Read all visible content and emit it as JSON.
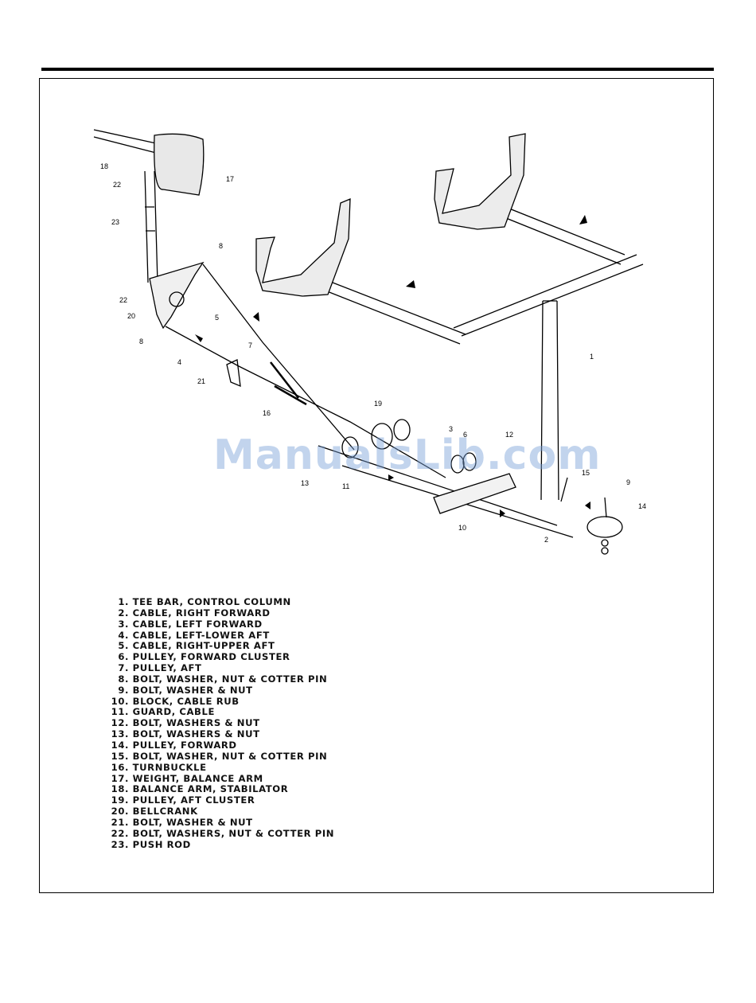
{
  "watermark": "ManualsLib.com",
  "callouts": [
    "18",
    "17",
    "22",
    "23",
    "8",
    "22",
    "20",
    "5",
    "8",
    "7",
    "4",
    "21",
    "16",
    "19",
    "3",
    "6",
    "12",
    "13",
    "11",
    "1",
    "15",
    "9",
    "14",
    "10",
    "2"
  ],
  "legend": [
    {
      "num": "1.",
      "text": "TEE BAR, CONTROL COLUMN"
    },
    {
      "num": "2.",
      "text": "CABLE, RIGHT FORWARD"
    },
    {
      "num": "3.",
      "text": "CABLE, LEFT FORWARD"
    },
    {
      "num": "4.",
      "text": "CABLE, LEFT-LOWER AFT"
    },
    {
      "num": "5.",
      "text": "CABLE, RIGHT-UPPER AFT"
    },
    {
      "num": "6.",
      "text": "PULLEY, FORWARD CLUSTER"
    },
    {
      "num": "7.",
      "text": "PULLEY, AFT"
    },
    {
      "num": "8.",
      "text": "BOLT, WASHER, NUT & COTTER PIN"
    },
    {
      "num": "9.",
      "text": "BOLT, WASHER & NUT"
    },
    {
      "num": "10.",
      "text": "BLOCK, CABLE RUB"
    },
    {
      "num": "11.",
      "text": "GUARD, CABLE"
    },
    {
      "num": "12.",
      "text": "BOLT, WASHERS & NUT"
    },
    {
      "num": "13.",
      "text": "BOLT, WASHERS & NUT"
    },
    {
      "num": "14.",
      "text": "PULLEY, FORWARD"
    },
    {
      "num": "15.",
      "text": "BOLT, WASHER, NUT & COTTER PIN"
    },
    {
      "num": "16.",
      "text": "TURNBUCKLE"
    },
    {
      "num": "17.",
      "text": "WEIGHT, BALANCE ARM"
    },
    {
      "num": "18.",
      "text": "BALANCE ARM, STABILATOR"
    },
    {
      "num": "19.",
      "text": "PULLEY, AFT CLUSTER"
    },
    {
      "num": "20.",
      "text": "BELLCRANK"
    },
    {
      "num": "21.",
      "text": "BOLT, WASHER & NUT"
    },
    {
      "num": "22.",
      "text": "BOLT, WASHERS, NUT & COTTER PIN"
    },
    {
      "num": "23.",
      "text": "PUSH ROD"
    }
  ]
}
